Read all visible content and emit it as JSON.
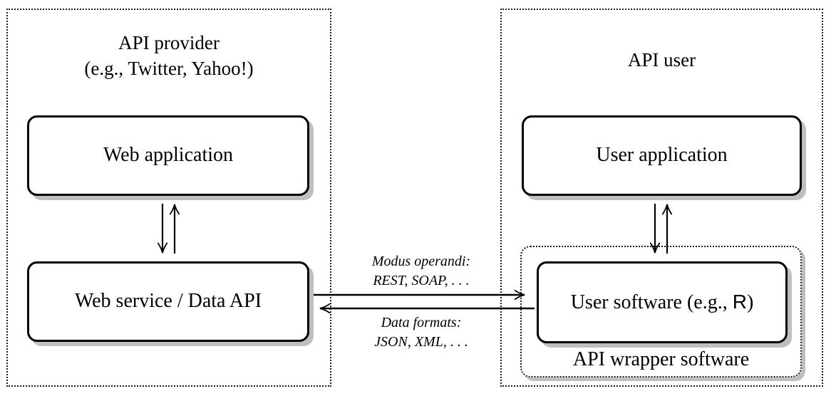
{
  "palette": {
    "ink": "#000000",
    "background": "#ffffff",
    "shadow": "#bfbfbf",
    "dotted_border": "#1b1b1b"
  },
  "provider_group": {
    "title_line1": "API provider",
    "title_line2": "(e.g., Twitter, Yahoo!)",
    "web_application_label": "Web application",
    "web_service_label": "Web service / Data API"
  },
  "user_group": {
    "title": "API user",
    "user_application_label": "User application",
    "wrapper": {
      "label": "API wrapper software",
      "software_prefix": "User software (e.g., ",
      "software_r": "R",
      "software_suffix": ")"
    }
  },
  "channel": {
    "modus_title": "Modus operandi:",
    "modus_values": "REST, SOAP, . . .",
    "formats_title": "Data formats:",
    "formats_values": "JSON, XML, . . ."
  }
}
